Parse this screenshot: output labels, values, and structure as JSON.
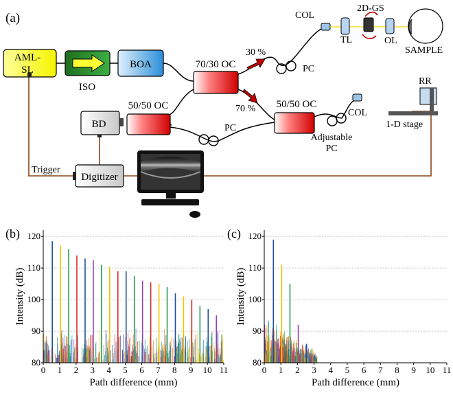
{
  "panel_a": {
    "label": "(a)",
    "components": {
      "source": "AML-\nSL",
      "isolator": "ISO",
      "amplifier": "BOA",
      "coupler_main": "70/30 OC",
      "coupler_ref": "50/50 OC",
      "coupler_bd": "50/50 OC",
      "detector": "BD",
      "digitizer": "Digitizer",
      "col_sample": "COL",
      "col_ref": "COL",
      "pc_sample": "PC",
      "pc_middle": "PC",
      "pc_adjustable": "Adjustable\nPC",
      "tube_lens": "TL",
      "scanner": "2D-GS",
      "objective": "OL",
      "sample": "SAMPLE",
      "retroreflector": "RR",
      "stage": "1-D stage",
      "split_30": "30 %",
      "split_70": "70 %",
      "trigger": "Trigger"
    },
    "colors": {
      "source_fill": "#ffff66",
      "isolator_fill": "#2e8b2e",
      "amplifier_fill": "#3fa0e0",
      "coupler_fill": "#e01010",
      "fiber": "#000000",
      "electrical": "#8b4513",
      "arrow": "#c00000"
    }
  },
  "chart_data": [
    {
      "panel_label": "(b)",
      "type": "line",
      "xlabel": "Path difference (mm)",
      "ylabel": "Intensity (dB)",
      "xlim": [
        0,
        11
      ],
      "ylim": [
        80,
        122
      ],
      "x_ticks": [
        "0",
        "1",
        "2",
        "3",
        "4",
        "5",
        "6",
        "7",
        "8",
        "9",
        "10",
        "11"
      ],
      "y_ticks": [
        "80",
        "90",
        "100",
        "110",
        "120"
      ],
      "grid": "horizontal dotted",
      "peaks": [
        {
          "x": 0.55,
          "y": 118.5,
          "color": "#1f4e9a"
        },
        {
          "x": 1.05,
          "y": 117,
          "color": "#f2c200"
        },
        {
          "x": 1.55,
          "y": 116,
          "color": "#2a9d55"
        },
        {
          "x": 2.05,
          "y": 114,
          "color": "#d42a2a"
        },
        {
          "x": 2.55,
          "y": 113,
          "color": "#1f4e9a"
        },
        {
          "x": 3.05,
          "y": 112.5,
          "color": "#8e44ad"
        },
        {
          "x": 3.55,
          "y": 111,
          "color": "#2a9d55"
        },
        {
          "x": 4.05,
          "y": 110.5,
          "color": "#f2c200"
        },
        {
          "x": 4.55,
          "y": 109,
          "color": "#d42a2a"
        },
        {
          "x": 5.05,
          "y": 109,
          "color": "#1f4e9a"
        },
        {
          "x": 5.55,
          "y": 107.5,
          "color": "#2a9d55"
        },
        {
          "x": 6.05,
          "y": 106,
          "color": "#8e44ad"
        },
        {
          "x": 6.55,
          "y": 105.5,
          "color": "#d42a2a"
        },
        {
          "x": 7.05,
          "y": 105,
          "color": "#f2c200"
        },
        {
          "x": 7.55,
          "y": 104,
          "color": "#2a9d55"
        },
        {
          "x": 8.05,
          "y": 102,
          "color": "#1f4e9a"
        },
        {
          "x": 8.55,
          "y": 101,
          "color": "#f2c200"
        },
        {
          "x": 9.05,
          "y": 100,
          "color": "#d42a2a"
        },
        {
          "x": 9.55,
          "y": 98,
          "color": "#2a9d55"
        },
        {
          "x": 10.05,
          "y": 97,
          "color": "#1f4e9a"
        },
        {
          "x": 10.55,
          "y": 95,
          "color": "#8e44ad"
        }
      ],
      "noise_floor": [
        80,
        92
      ],
      "noise_x_range": [
        0,
        11
      ]
    },
    {
      "panel_label": "(c)",
      "type": "line",
      "xlabel": "Path difference (mm)",
      "ylabel": "Intensity (dB)",
      "xlim": [
        0,
        11
      ],
      "ylim": [
        80,
        122
      ],
      "x_ticks": [
        "0",
        "1",
        "2",
        "3",
        "4",
        "5",
        "6",
        "7",
        "8",
        "9",
        "10",
        "11"
      ],
      "y_ticks": [
        "80",
        "90",
        "100",
        "110",
        "120"
      ],
      "grid": "horizontal dotted",
      "peaks": [
        {
          "x": 0.55,
          "y": 119,
          "color": "#1f4e9a"
        },
        {
          "x": 1.05,
          "y": 111,
          "color": "#f2c200"
        },
        {
          "x": 1.55,
          "y": 105,
          "color": "#2a9d55"
        },
        {
          "x": 2.05,
          "y": 92,
          "color": "#8e44ad"
        },
        {
          "x": 2.55,
          "y": 86,
          "color": "#1f4e9a"
        }
      ],
      "noise_floor": [
        80,
        95
      ],
      "noise_x_range": [
        0,
        3.2
      ]
    }
  ]
}
